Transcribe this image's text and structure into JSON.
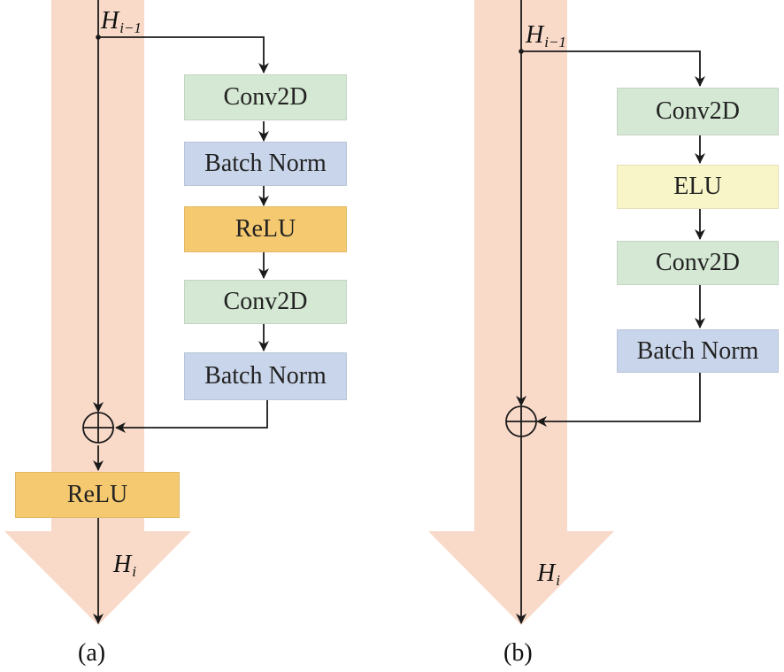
{
  "colors": {
    "arrow_band": "#f9d9c8",
    "conv": "#d5e8d4",
    "norm": "#c9d5ea",
    "relu": "#f5c96f",
    "elu": "#f8f5c8",
    "line": "#1a1a1a"
  },
  "panel_a": {
    "input_label": {
      "var": "H",
      "sub": "i−1"
    },
    "output_label": {
      "var": "H",
      "sub": "i"
    },
    "blocks": [
      "Conv2D",
      "Batch Norm",
      "ReLU",
      "Conv2D",
      "Batch Norm"
    ],
    "post_activation": "ReLU",
    "caption": "(a)"
  },
  "panel_b": {
    "input_label": {
      "var": "H",
      "sub": "i−1"
    },
    "output_label": {
      "var": "H",
      "sub": "i"
    },
    "blocks": [
      "Conv2D",
      "ELU",
      "Conv2D",
      "Batch Norm"
    ],
    "caption": "(b)"
  }
}
